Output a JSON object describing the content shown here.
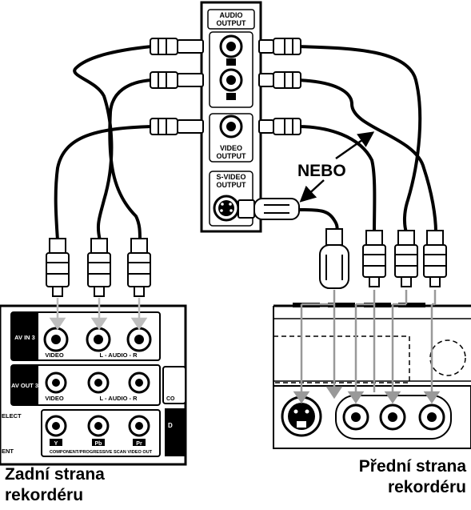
{
  "player_panel": {
    "audio_output": [
      "AUDIO",
      "OUTPUT"
    ],
    "video_output": [
      "VIDEO",
      "OUTPUT"
    ],
    "svideo_output": [
      "S-VIDEO",
      "OUTPUT"
    ]
  },
  "or_label": "NEBO",
  "rear_panel": {
    "av_in_label": "AV IN 3",
    "av_out_label": "AV OUT 3",
    "row1_labels": {
      "video": "VIDEO",
      "audio": "L - AUDIO - R"
    },
    "row2_labels": {
      "video": "VIDEO",
      "audio": "L - AUDIO - R"
    },
    "row3_labels": {
      "y": "Y",
      "pb": "Pb",
      "pr": "Pr",
      "footer": "COMPONENT/PROGRESSIVE SCAN VIDEO OUT"
    },
    "left_edge_top": "ELECT",
    "left_edge_bottom": "ENT",
    "right_edge_mid": "CO",
    "right_edge_low": "D"
  },
  "captions": {
    "rear_line1": "Zadní strana",
    "rear_line2": "rekordéru",
    "front_line1": "Přední strana",
    "front_line2": "rekordéru"
  },
  "colors": {
    "ink": "#000000",
    "paper": "#ffffff",
    "arrow": "#bdbdbd"
  }
}
